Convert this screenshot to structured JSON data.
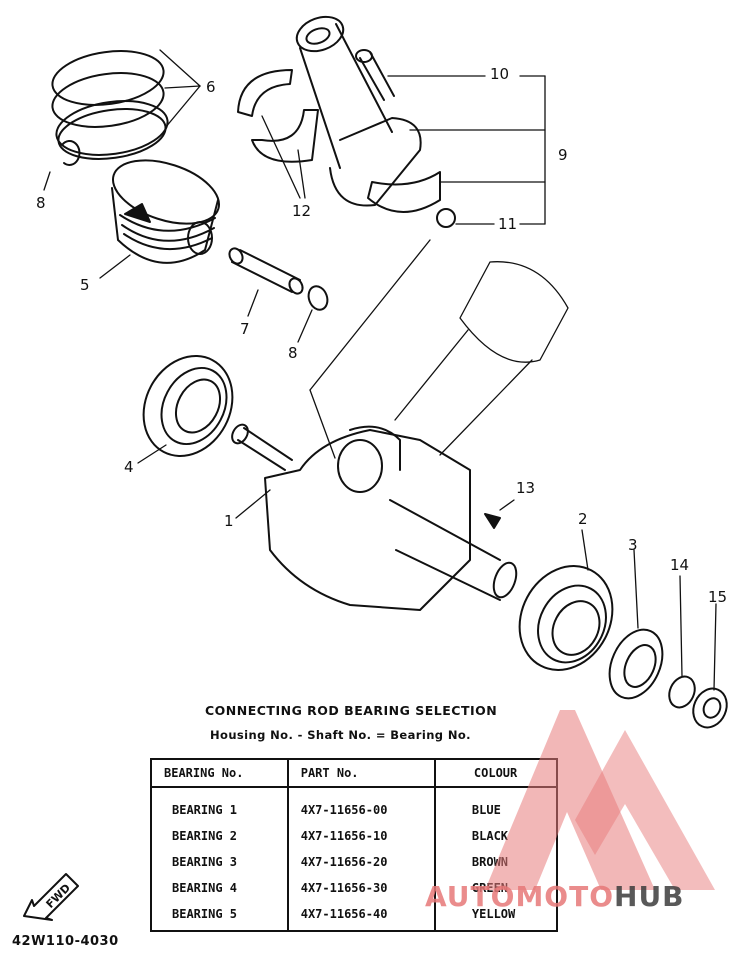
{
  "callouts": [
    {
      "id": "1",
      "label": "1"
    },
    {
      "id": "2",
      "label": "2"
    },
    {
      "id": "3",
      "label": "3"
    },
    {
      "id": "4",
      "label": "4"
    },
    {
      "id": "5",
      "label": "5"
    },
    {
      "id": "6",
      "label": "6"
    },
    {
      "id": "7",
      "label": "7"
    },
    {
      "id": "8a",
      "label": "8"
    },
    {
      "id": "8b",
      "label": "8"
    },
    {
      "id": "9",
      "label": "9"
    },
    {
      "id": "10",
      "label": "10"
    },
    {
      "id": "11",
      "label": "11"
    },
    {
      "id": "12",
      "label": "12"
    },
    {
      "id": "13",
      "label": "13"
    },
    {
      "id": "14",
      "label": "14"
    },
    {
      "id": "15",
      "label": "15"
    }
  ],
  "selection": {
    "title": "CONNECTING ROD BEARING SELECTION",
    "formula": "Housing No. - Shaft No. = Bearing No.",
    "headers": [
      "BEARING No.",
      "PART No.",
      "COLOUR"
    ],
    "rows": [
      [
        "BEARING  1",
        "4X7-11656-00",
        "BLUE"
      ],
      [
        "BEARING  2",
        "4X7-11656-10",
        "BLACK"
      ],
      [
        "BEARING  3",
        "4X7-11656-20",
        "BROWN"
      ],
      [
        "BEARING  4",
        "4X7-11656-30",
        "GREEN"
      ],
      [
        "BEARING  5",
        "4X7-11656-40",
        "YELLOW"
      ]
    ]
  },
  "fwd_label": "FWD",
  "diagram_code": "42W110-4030",
  "watermark": {
    "part1": "AUTOMOTO",
    "part2": "HUB",
    "color_accent": "#e87b7b",
    "color_dark": "#3a3a3a"
  }
}
